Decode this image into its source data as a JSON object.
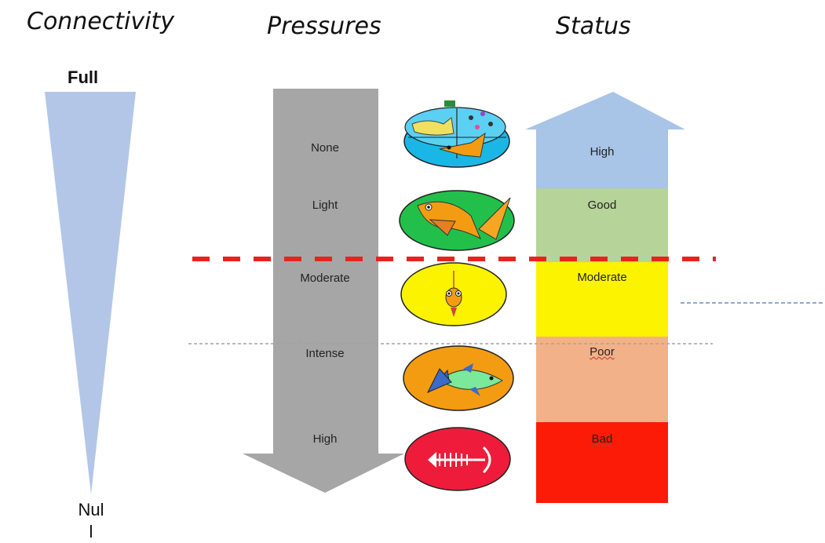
{
  "headers": {
    "connectivity": "Connectivity",
    "pressures": "Pressures",
    "status": "Status"
  },
  "connectivity": {
    "top_label": "Full",
    "bottom_line1": "Nul",
    "bottom_line2": "l"
  },
  "pressures": {
    "levels": [
      "None",
      "Light",
      "Moderate",
      "Intense",
      "High"
    ]
  },
  "status": {
    "levels": [
      {
        "label": "High",
        "color": "#a8c4e6"
      },
      {
        "label": "Good",
        "color": "#b6d39a"
      },
      {
        "label": "Moderate",
        "color": "#fbf300"
      },
      {
        "label": "Poor",
        "color": "#f2b188"
      },
      {
        "label": "Bad",
        "color": "#fb1b07"
      }
    ]
  },
  "colors": {
    "wedge": "#b4c6e7",
    "pressure_arrow": "#a6a6a6",
    "threshold_line": "#e8231c",
    "grey_line": "#a0a0a0",
    "dashed_blue": "#4a74b5"
  },
  "icons": [
    "habitat-ecosystem-icon",
    "healthy-fish-icon",
    "small-fish-icon",
    "thin-fish-icon",
    "fish-skeleton-icon"
  ]
}
